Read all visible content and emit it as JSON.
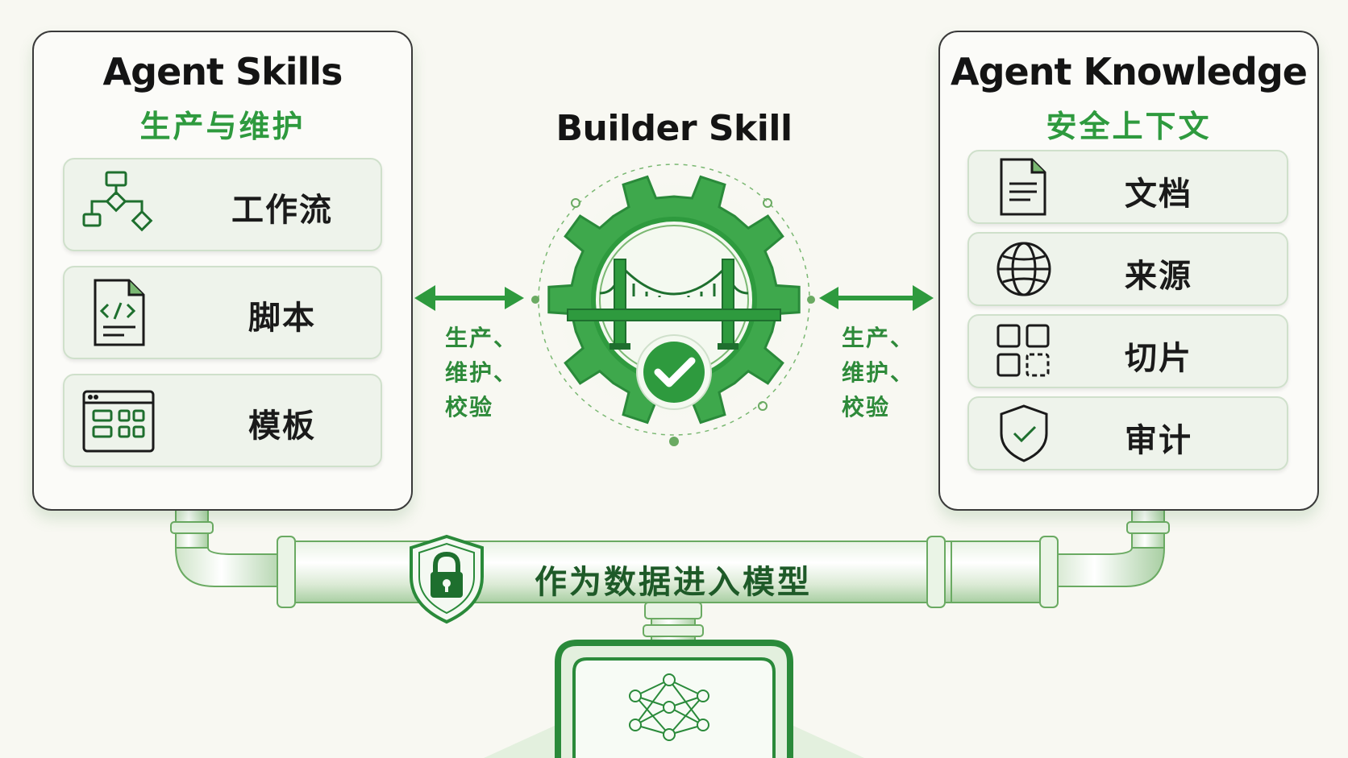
{
  "left_panel": {
    "title": "Agent Skills",
    "subtitle": "生产与维护",
    "items": [
      {
        "label": "工作流",
        "icon": "workflow-icon"
      },
      {
        "label": "脚本",
        "icon": "script-file-icon"
      },
      {
        "label": "模板",
        "icon": "template-icon"
      }
    ]
  },
  "center": {
    "title": "Builder Skill",
    "icon": "gear-bridge-check-icon",
    "left_note": [
      "生产、",
      "维护、",
      "校验"
    ],
    "right_note": [
      "生产、",
      "维护、",
      "校验"
    ]
  },
  "right_panel": {
    "title": "Agent Knowledge",
    "subtitle": "安全上下文",
    "items": [
      {
        "label": "文档",
        "icon": "document-icon"
      },
      {
        "label": "来源",
        "icon": "globe-icon"
      },
      {
        "label": "切片",
        "icon": "chunks-icon"
      },
      {
        "label": "审计",
        "icon": "shield-check-icon"
      }
    ]
  },
  "pipeline": {
    "label": "作为数据进入模型",
    "lock_icon": "shield-lock-icon",
    "model_icon": "neural-network-icon"
  },
  "colors": {
    "accent_green": "#2e9a3e",
    "dark_green": "#1e6f2e",
    "panel_item_bg": "#eef3eb",
    "background": "#f8f8f2"
  }
}
